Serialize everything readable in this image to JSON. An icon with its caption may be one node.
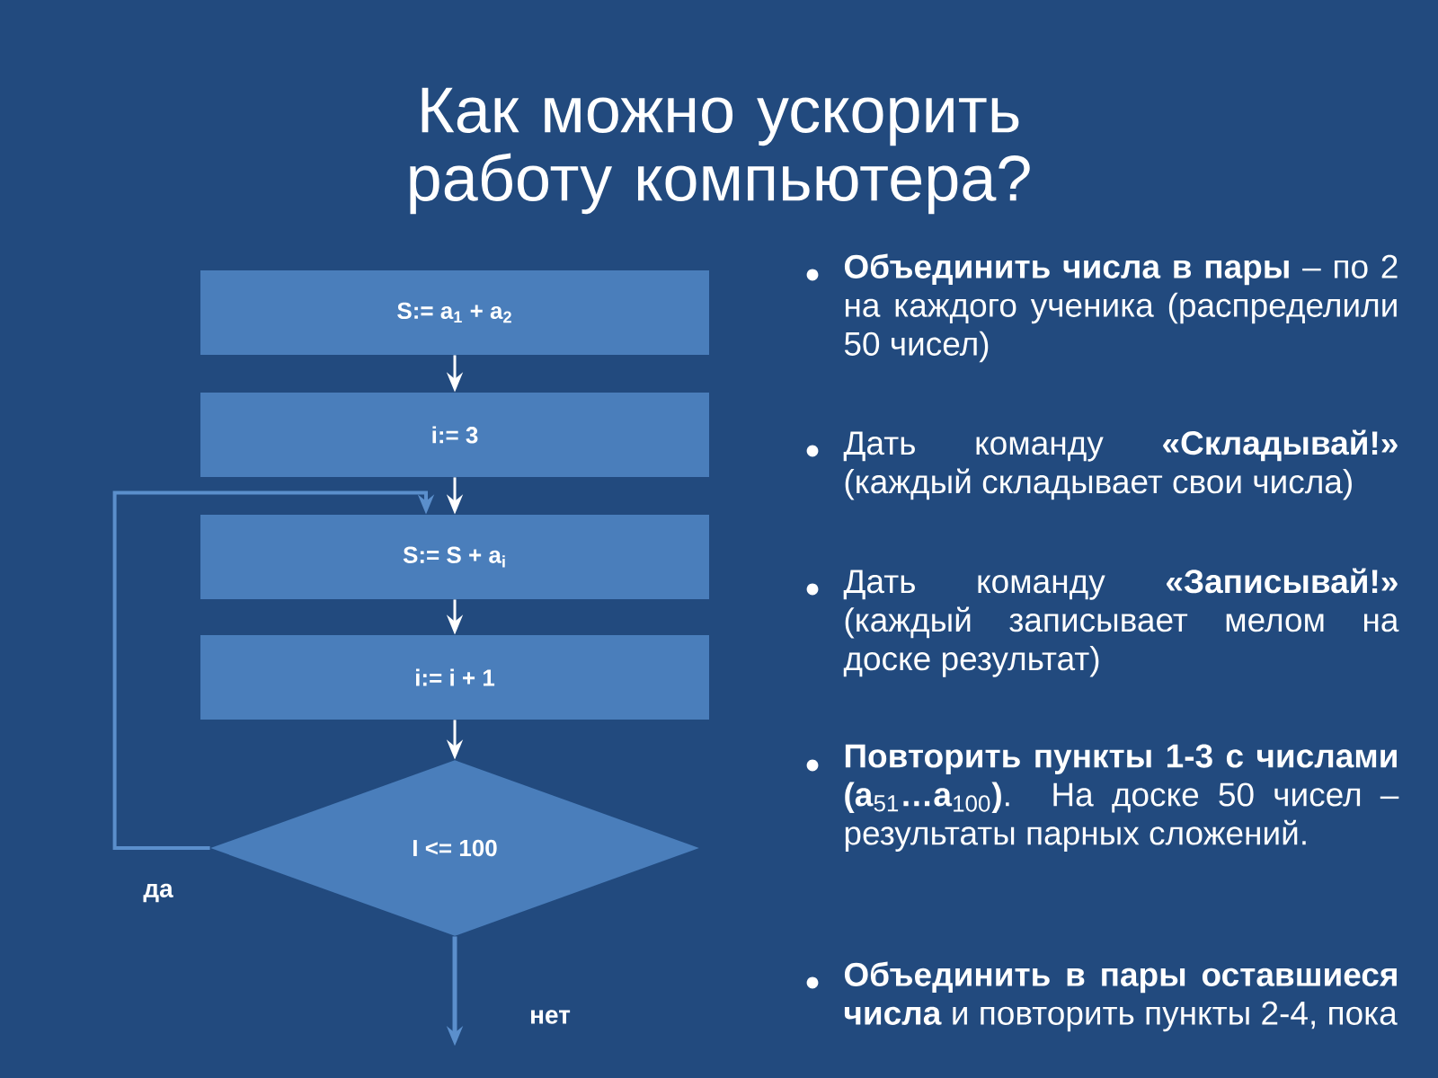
{
  "diagram": {
    "title": "Как можно ускорить работу компьютера?",
    "nodes": [
      {
        "text": [
          "S:= a$_{1}$ + a$_{2}$"
        ]
      },
      {
        "text": [
          "i:= 3"
        ]
      },
      {
        "text": [
          "S:= S + a$_{i}$"
        ]
      },
      {
        "text": [
          "i:= i + 1"
        ]
      },
      {
        "text": [
          "I <= 100"
        ]
      }
    ],
    "edges": [
      {
        "from": 0,
        "to": 1,
        "arrow": "to"
      },
      {
        "from": 1,
        "to": 2,
        "arrow": "to"
      },
      {
        "from": 2,
        "to": 3,
        "arrow": "to"
      },
      {
        "from": 3,
        "to": 4,
        "arrow": "to"
      },
      {
        "from": 4,
        "to": 2,
        "arrow": "to",
        "label": "да",
        "color": "#5b8fcc"
      },
      {
        "from": 4,
        "to": null,
        "arrow": "to",
        "label": "нет",
        "color": "#5b8fcc"
      }
    ],
    "labels": [
      "**Объединить числа в пары** – по 2 на каждого ученика (распределили 50 чисел)",
      "Дать команду **«Складывай!»** (каждый складывает свои числа)",
      "Дать команду **«Записывай!»** (каждый записывает мелом на доске результат)",
      "**Повторить пункты 1-3 с числами (a**$_{51}$**…a**$_{100}$**)**. На доске 50 чисел – результаты парных сложений.",
      "**Объединить в пары оставшиеся числа** и повторить пункты 2-4, пока"
    ]
  }
}
